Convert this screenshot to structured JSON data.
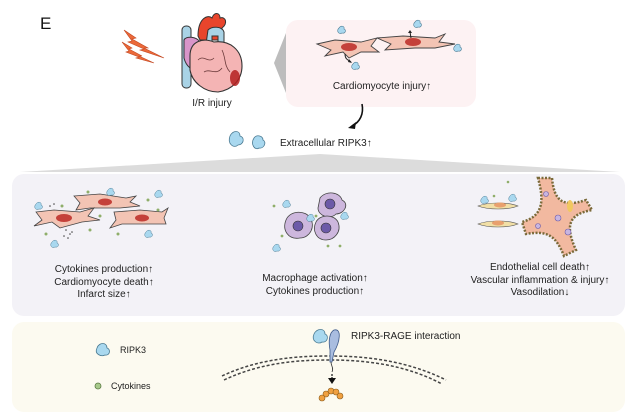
{
  "figure": {
    "panel_letter": "E",
    "top": {
      "heart_label": "I/R injury",
      "injury_box_label": "Cardiomyocyte injury↑",
      "extracellular_label": "Extracellular RIPK3↑"
    },
    "middle_panel": {
      "cardiomyocytes": {
        "lines": [
          "Cytokines production↑",
          "Cardiomyocyte death↑",
          "Infarct size↑"
        ]
      },
      "macrophages": {
        "lines": [
          "Macrophage activation↑",
          "Cytokines production↑"
        ]
      },
      "endothelium": {
        "lines": [
          "Endothelial cell death↑",
          "Vascular inflammation & injury↑",
          "Vasodilation↓"
        ]
      }
    },
    "bottom_panel": {
      "interaction_label": "RIPK3-RAGE interaction",
      "legend": [
        {
          "icon": "ripk3-icon",
          "label": "RIPK3"
        },
        {
          "icon": "cytokine-dot-icon",
          "label": "Cytokines"
        }
      ]
    },
    "colors": {
      "ripk3": "#a9d8ef",
      "cytokine": "#8fae6a",
      "cardiomyocyte": "#f3c4b4",
      "nucleus": "#c4413a",
      "macrophage": "#cdb7dd",
      "macrophage_nucleus": "#6c5aa8",
      "vessel": "#f2b9a0",
      "endothelial": "#f1dfa6",
      "heart_pink": "#f4b4b4",
      "aorta_red": "#e8452c",
      "lightning": "#ec6a3a"
    }
  }
}
